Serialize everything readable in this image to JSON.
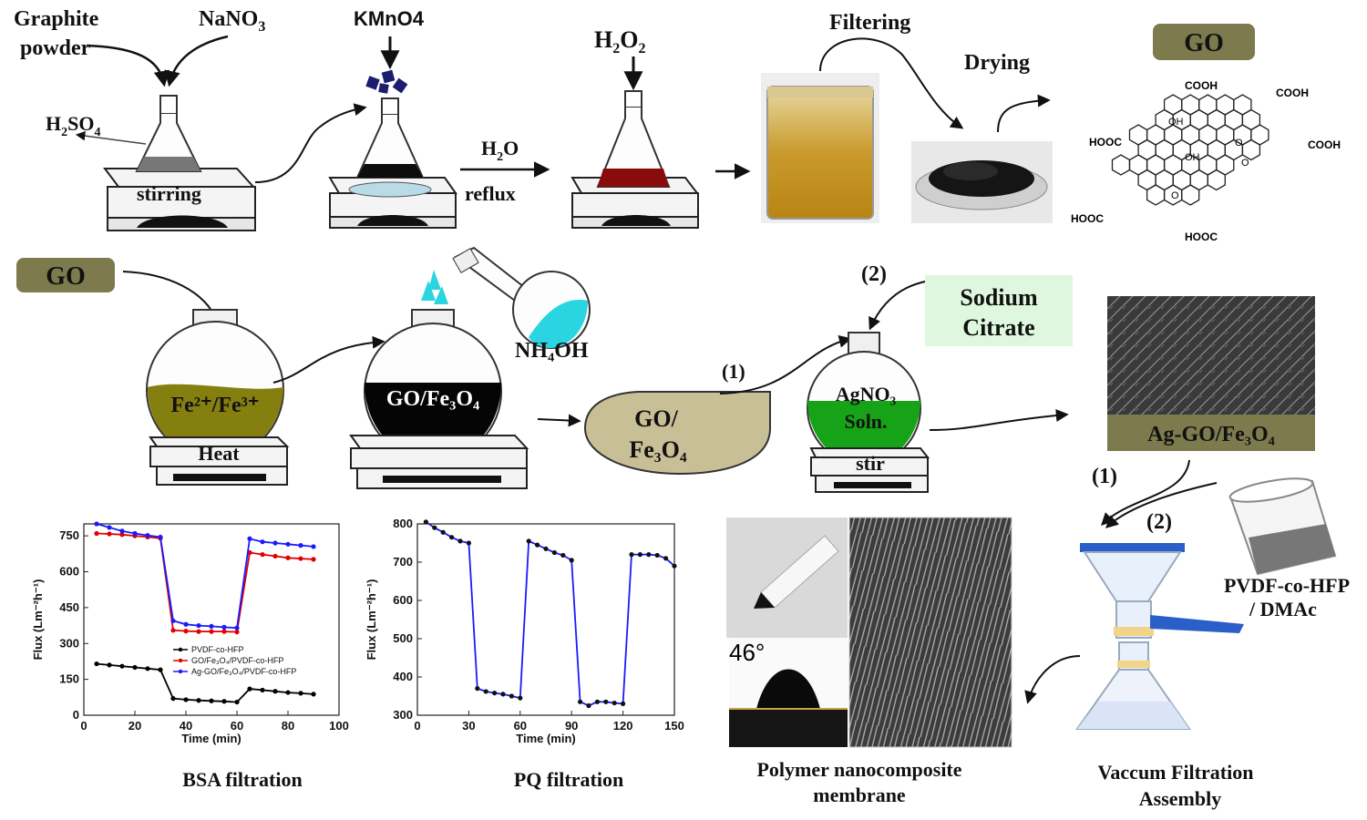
{
  "labels": {
    "graphite": "Graphite",
    "powder": "powder",
    "nano3": "NaNO",
    "nano3_sub": "3",
    "h2so4": "H",
    "h2so4_sub1": "2",
    "h2so4_rest": "SO",
    "h2so4_sub2": "4",
    "stirring": "stirring",
    "kmno4": "KMnO4",
    "h2o": "H",
    "h2o_sub": "2",
    "h2o_rest": "O",
    "reflux": "reflux",
    "h2o2_h": "H",
    "h2o2_sub1": "2",
    "h2o2_o": "O",
    "h2o2_sub2": "2",
    "filtering": "Filtering",
    "drying": "Drying",
    "go_top": "GO",
    "go_left": "GO",
    "fe_ions": "Fe²⁺/Fe³⁺",
    "heat": "Heat",
    "go_fe3o4_flask": "GO/Fe₃O₄",
    "nh4oh": "NH₄OH",
    "step1a": "(1)",
    "step2a": "(2)",
    "sodium": "Sodium",
    "citrate": "Citrate",
    "go_slash": "GO/",
    "fe3o4": "Fe₃O₄",
    "agno3": "AgNO₃",
    "soln": "Soln.",
    "stir": "stir",
    "ag_go": "Ag-GO/Fe₃O₄",
    "step1b": "(1)",
    "step2b": "(2)",
    "pvdf": "PVDF-co-HFP",
    "dmac": "/ DMAc",
    "contact_angle": "46°",
    "bsa_caption": "BSA filtration",
    "pq_caption": "PQ filtration",
    "poly1": "Polymer nanocomposite",
    "poly2": "membrane",
    "vac1": "Vaccum Filtration",
    "vac2": "Assembly",
    "cooh1": "COOH",
    "cooh2": "COOH",
    "cooh3": "COOH",
    "hooc1": "HOOC",
    "hooc2": "HOOC",
    "hooc3": "HOOC",
    "oh1": "OH",
    "oh2": "OH",
    "o1": "O",
    "o2": "O",
    "o3": "O"
  },
  "colors": {
    "go_badge": "#7d7a4e",
    "fe_liquid": "#857f10",
    "go_fe3o4_bubble": "#c9bf97",
    "agno3_liquid": "#17a317",
    "sodium_box": "#dff7df",
    "ag_go_bar": "#7d7a4e",
    "red_liquid": "#8a0b0b",
    "nh4oh_liquid": "#2ad4e0"
  },
  "chart_data": [
    {
      "type": "line",
      "xlabel": "Time (min)",
      "ylabel": "Flux (Lm⁻²h⁻¹)",
      "xlim": [
        0,
        100
      ],
      "ylim": [
        0,
        800
      ],
      "xticks": [
        0,
        20,
        40,
        60,
        80,
        100
      ],
      "yticks": [
        0,
        150,
        300,
        450,
        600,
        750
      ],
      "legend_position": "center",
      "series": [
        {
          "name": "PVDF-co-HFP",
          "color": "#000000",
          "x": [
            5,
            10,
            15,
            20,
            25,
            30,
            35,
            40,
            45,
            50,
            55,
            60,
            65,
            70,
            75,
            80,
            85,
            90
          ],
          "y": [
            215,
            210,
            205,
            200,
            195,
            190,
            70,
            65,
            62,
            60,
            58,
            55,
            110,
            105,
            100,
            95,
            92,
            88
          ]
        },
        {
          "name": "GO/Fe₃O₄/PVDF-co-HFP",
          "color": "#e00000",
          "x": [
            5,
            10,
            15,
            20,
            25,
            30,
            35,
            40,
            45,
            50,
            55,
            60,
            65,
            70,
            75,
            80,
            85,
            90
          ],
          "y": [
            760,
            758,
            755,
            750,
            745,
            740,
            355,
            352,
            350,
            350,
            350,
            348,
            680,
            672,
            665,
            658,
            655,
            652
          ]
        },
        {
          "name": "Ag-GO/Fe₃O₄/PVDF-co-HFP",
          "color": "#1a1aff",
          "x": [
            5,
            10,
            15,
            20,
            25,
            30,
            35,
            40,
            45,
            50,
            55,
            60,
            65,
            70,
            75,
            80,
            85,
            90
          ],
          "y": [
            800,
            785,
            770,
            760,
            752,
            745,
            395,
            380,
            375,
            372,
            368,
            365,
            738,
            725,
            720,
            715,
            710,
            705
          ]
        }
      ]
    },
    {
      "type": "line",
      "xlabel": "Time (min)",
      "ylabel": "Flux (Lm⁻²h⁻¹)",
      "xlim": [
        0,
        150
      ],
      "ylim": [
        300,
        800
      ],
      "xticks": [
        0,
        30,
        60,
        90,
        120,
        150
      ],
      "yticks": [
        300,
        400,
        500,
        600,
        700,
        800
      ],
      "series": [
        {
          "color": "#1a1aff",
          "x": [
            5,
            10,
            15,
            20,
            25,
            30,
            35,
            40,
            45,
            50,
            55,
            60,
            65,
            70,
            75,
            80,
            85,
            90,
            95,
            100,
            105,
            110,
            115,
            120,
            125,
            130,
            135,
            140,
            145,
            150
          ],
          "y": [
            805,
            790,
            778,
            765,
            755,
            750,
            370,
            362,
            358,
            355,
            350,
            345,
            755,
            745,
            735,
            725,
            718,
            705,
            335,
            325,
            335,
            335,
            332,
            330,
            720,
            720,
            720,
            718,
            710,
            690
          ]
        }
      ]
    }
  ]
}
